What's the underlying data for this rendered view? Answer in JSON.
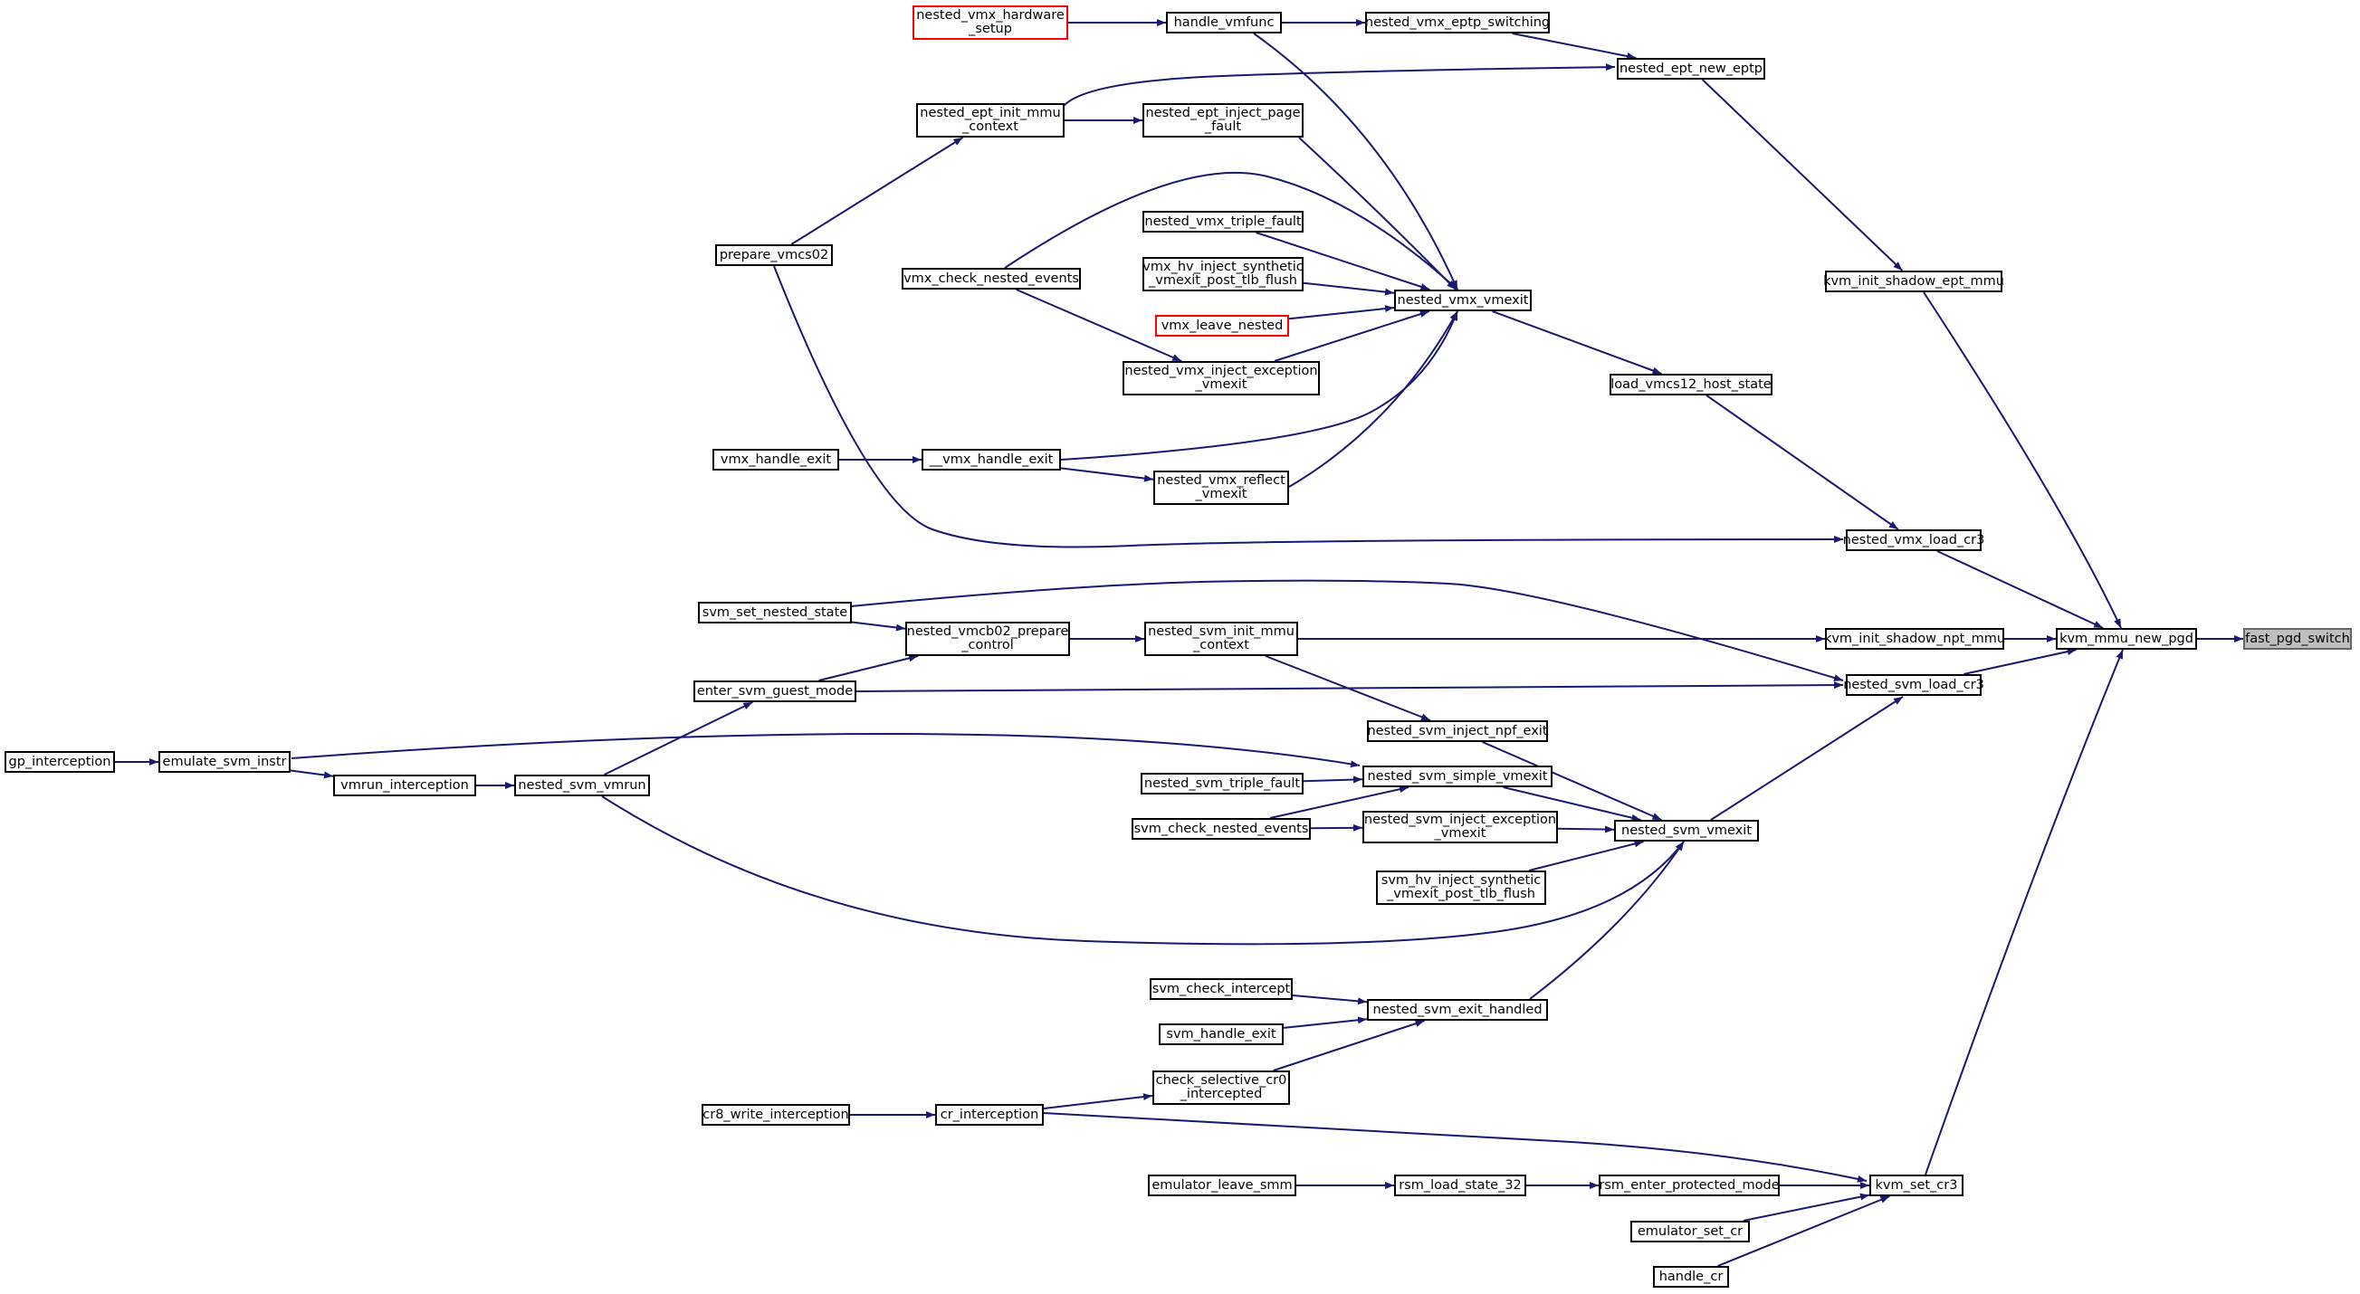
{
  "colors": {
    "edge": "#191970",
    "border": "#000000",
    "truncated_border": "#ff0000",
    "focus_fill": "#bfbfbf"
  },
  "nodes": [
    {
      "id": "fast_pgd_switch",
      "label": "fast_pgd_switch",
      "focus": true
    },
    {
      "id": "kvm_mmu_new_pgd",
      "label": "kvm_mmu_new_pgd"
    },
    {
      "id": "kvm_init_shadow_ept_mmu",
      "label": "kvm_init_shadow_ept_mmu"
    },
    {
      "id": "nested_vmx_load_cr3",
      "label": "nested_vmx_load_cr3"
    },
    {
      "id": "kvm_init_shadow_npt_mmu",
      "label": "kvm_init_shadow_npt_mmu"
    },
    {
      "id": "nested_svm_load_cr3",
      "label": "nested_svm_load_cr3"
    },
    {
      "id": "kvm_set_cr3",
      "label": "kvm_set_cr3"
    },
    {
      "id": "nested_ept_new_eptp",
      "label": "nested_ept_new_eptp"
    },
    {
      "id": "load_vmcs12_host_state",
      "label": "load_vmcs12_host_state"
    },
    {
      "id": "nested_svm_vmexit",
      "label": "nested_svm_vmexit"
    },
    {
      "id": "rsm_enter_protected_mode",
      "label": "rsm_enter_protected_mode"
    },
    {
      "id": "emulator_set_cr",
      "label": "emulator_set_cr"
    },
    {
      "id": "handle_cr",
      "label": "handle_cr"
    },
    {
      "id": "nested_vmx_eptp_switching",
      "label": "nested_vmx_eptp_switching"
    },
    {
      "id": "nested_vmx_vmexit",
      "label": "nested_vmx_vmexit"
    },
    {
      "id": "nested_svm_inject_npf_exit",
      "label": "nested_svm_inject_npf_exit"
    },
    {
      "id": "nested_svm_simple_vmexit",
      "label": "nested_svm_simple_vmexit"
    },
    {
      "id": "nested_svm_inject_exception_vmexit",
      "label": "nested_svm_inject_exception\n_vmexit"
    },
    {
      "id": "svm_hv_inject_synthetic_vmexit_post_tlb_flush",
      "label": "svm_hv_inject_synthetic\n_vmexit_post_tlb_flush"
    },
    {
      "id": "nested_svm_exit_handled",
      "label": "nested_svm_exit_handled"
    },
    {
      "id": "rsm_load_state_32",
      "label": "rsm_load_state_32"
    },
    {
      "id": "handle_vmfunc",
      "label": "handle_vmfunc"
    },
    {
      "id": "nested_ept_inject_page_fault",
      "label": "nested_ept_inject_page\n_fault"
    },
    {
      "id": "nested_vmx_triple_fault",
      "label": "nested_vmx_triple_fault"
    },
    {
      "id": "vmx_hv_inject_synthetic_vmexit_post_tlb_flush",
      "label": "vmx_hv_inject_synthetic\n_vmexit_post_tlb_flush"
    },
    {
      "id": "vmx_leave_nested",
      "label": "vmx_leave_nested",
      "truncated": true
    },
    {
      "id": "nested_vmx_inject_exception_vmexit",
      "label": "nested_vmx_inject_exception\n_vmexit"
    },
    {
      "id": "nested_vmx_reflect_vmexit",
      "label": "nested_vmx_reflect\n_vmexit"
    },
    {
      "id": "nested_svm_init_mmu_context",
      "label": "nested_svm_init_mmu\n_context"
    },
    {
      "id": "nested_svm_triple_fault",
      "label": "nested_svm_triple_fault"
    },
    {
      "id": "svm_check_nested_events",
      "label": "svm_check_nested_events"
    },
    {
      "id": "svm_check_intercept",
      "label": "svm_check_intercept"
    },
    {
      "id": "svm_handle_exit",
      "label": "svm_handle_exit"
    },
    {
      "id": "check_selective_cr0_intercepted",
      "label": "check_selective_cr0\n_intercepted"
    },
    {
      "id": "emulator_leave_smm",
      "label": "emulator_leave_smm"
    },
    {
      "id": "nested_vmx_hardware_setup",
      "label": "nested_vmx_hardware\n_setup",
      "truncated": true
    },
    {
      "id": "nested_ept_init_mmu_context",
      "label": "nested_ept_init_mmu\n_context"
    },
    {
      "id": "vmx_check_nested_events",
      "label": "vmx_check_nested_events"
    },
    {
      "id": "__vmx_handle_exit",
      "label": "__vmx_handle_exit"
    },
    {
      "id": "nested_vmcb02_prepare_control",
      "label": "nested_vmcb02_prepare\n_control"
    },
    {
      "id": "cr_interception",
      "label": "cr_interception"
    },
    {
      "id": "prepare_vmcs02",
      "label": "prepare_vmcs02"
    },
    {
      "id": "vmx_handle_exit",
      "label": "vmx_handle_exit"
    },
    {
      "id": "svm_set_nested_state",
      "label": "svm_set_nested_state"
    },
    {
      "id": "enter_svm_guest_mode",
      "label": "enter_svm_guest_mode"
    },
    {
      "id": "nested_svm_vmrun",
      "label": "nested_svm_vmrun"
    },
    {
      "id": "cr8_write_interception",
      "label": "cr8_write_interception"
    },
    {
      "id": "vmrun_interception",
      "label": "vmrun_interception"
    },
    {
      "id": "emulate_svm_instr",
      "label": "emulate_svm_instr"
    },
    {
      "id": "gp_interception",
      "label": "gp_interception"
    }
  ],
  "edges": [
    [
      "kvm_mmu_new_pgd",
      "fast_pgd_switch"
    ],
    [
      "kvm_init_shadow_ept_mmu",
      "kvm_mmu_new_pgd"
    ],
    [
      "nested_vmx_load_cr3",
      "kvm_mmu_new_pgd"
    ],
    [
      "kvm_init_shadow_npt_mmu",
      "kvm_mmu_new_pgd"
    ],
    [
      "nested_svm_load_cr3",
      "kvm_mmu_new_pgd"
    ],
    [
      "kvm_set_cr3",
      "kvm_mmu_new_pgd"
    ],
    [
      "nested_ept_new_eptp",
      "kvm_init_shadow_ept_mmu"
    ],
    [
      "load_vmcs12_host_state",
      "nested_vmx_load_cr3"
    ],
    [
      "prepare_vmcs02",
      "nested_vmx_load_cr3"
    ],
    [
      "nested_svm_init_mmu_context",
      "kvm_init_shadow_npt_mmu"
    ],
    [
      "enter_svm_guest_mode",
      "nested_svm_load_cr3"
    ],
    [
      "svm_set_nested_state",
      "nested_svm_load_cr3"
    ],
    [
      "nested_svm_vmexit",
      "nested_svm_load_cr3"
    ],
    [
      "rsm_enter_protected_mode",
      "kvm_set_cr3"
    ],
    [
      "emulator_set_cr",
      "kvm_set_cr3"
    ],
    [
      "handle_cr",
      "kvm_set_cr3"
    ],
    [
      "cr_interception",
      "kvm_set_cr3"
    ],
    [
      "nested_vmx_eptp_switching",
      "nested_ept_new_eptp"
    ],
    [
      "nested_ept_init_mmu_context",
      "nested_ept_new_eptp"
    ],
    [
      "nested_vmx_vmexit",
      "load_vmcs12_host_state"
    ],
    [
      "nested_svm_inject_npf_exit",
      "nested_svm_vmexit"
    ],
    [
      "nested_svm_simple_vmexit",
      "nested_svm_vmexit"
    ],
    [
      "nested_svm_inject_exception_vmexit",
      "nested_svm_vmexit"
    ],
    [
      "svm_hv_inject_synthetic_vmexit_post_tlb_flush",
      "nested_svm_vmexit"
    ],
    [
      "nested_svm_exit_handled",
      "nested_svm_vmexit"
    ],
    [
      "nested_svm_vmrun",
      "nested_svm_vmexit"
    ],
    [
      "rsm_load_state_32",
      "rsm_enter_protected_mode"
    ],
    [
      "handle_vmfunc",
      "nested_vmx_eptp_switching"
    ],
    [
      "nested_ept_inject_page_fault",
      "nested_vmx_vmexit"
    ],
    [
      "nested_vmx_triple_fault",
      "nested_vmx_vmexit"
    ],
    [
      "vmx_hv_inject_synthetic_vmexit_post_tlb_flush",
      "nested_vmx_vmexit"
    ],
    [
      "vmx_leave_nested",
      "nested_vmx_vmexit"
    ],
    [
      "nested_vmx_inject_exception_vmexit",
      "nested_vmx_vmexit"
    ],
    [
      "nested_vmx_reflect_vmexit",
      "nested_vmx_vmexit"
    ],
    [
      "vmx_check_nested_events",
      "nested_vmx_vmexit"
    ],
    [
      "__vmx_handle_exit",
      "nested_vmx_vmexit"
    ],
    [
      "handle_vmfunc",
      "nested_vmx_vmexit"
    ],
    [
      "nested_svm_init_mmu_context",
      "nested_svm_inject_npf_exit"
    ],
    [
      "nested_svm_triple_fault",
      "nested_svm_simple_vmexit"
    ],
    [
      "svm_check_nested_events",
      "nested_svm_simple_vmexit"
    ],
    [
      "emulate_svm_instr",
      "nested_svm_simple_vmexit"
    ],
    [
      "svm_check_nested_events",
      "nested_svm_inject_exception_vmexit"
    ],
    [
      "svm_check_intercept",
      "nested_svm_exit_handled"
    ],
    [
      "svm_handle_exit",
      "nested_svm_exit_handled"
    ],
    [
      "check_selective_cr0_intercepted",
      "nested_svm_exit_handled"
    ],
    [
      "emulator_leave_smm",
      "rsm_load_state_32"
    ],
    [
      "nested_vmx_hardware_setup",
      "handle_vmfunc"
    ],
    [
      "nested_ept_init_mmu_context",
      "nested_ept_inject_page_fault"
    ],
    [
      "vmx_check_nested_events",
      "nested_vmx_inject_exception_vmexit"
    ],
    [
      "__vmx_handle_exit",
      "nested_vmx_reflect_vmexit"
    ],
    [
      "nested_vmcb02_prepare_control",
      "nested_svm_init_mmu_context"
    ],
    [
      "cr_interception",
      "check_selective_cr0_intercepted"
    ],
    [
      "prepare_vmcs02",
      "nested_ept_init_mmu_context"
    ],
    [
      "vmx_handle_exit",
      "__vmx_handle_exit"
    ],
    [
      "svm_set_nested_state",
      "nested_vmcb02_prepare_control"
    ],
    [
      "enter_svm_guest_mode",
      "nested_vmcb02_prepare_control"
    ],
    [
      "cr8_write_interception",
      "cr_interception"
    ],
    [
      "nested_svm_vmrun",
      "enter_svm_guest_mode"
    ],
    [
      "vmrun_interception",
      "nested_svm_vmrun"
    ],
    [
      "emulate_svm_instr",
      "vmrun_interception"
    ],
    [
      "gp_interception",
      "emulate_svm_instr"
    ]
  ]
}
